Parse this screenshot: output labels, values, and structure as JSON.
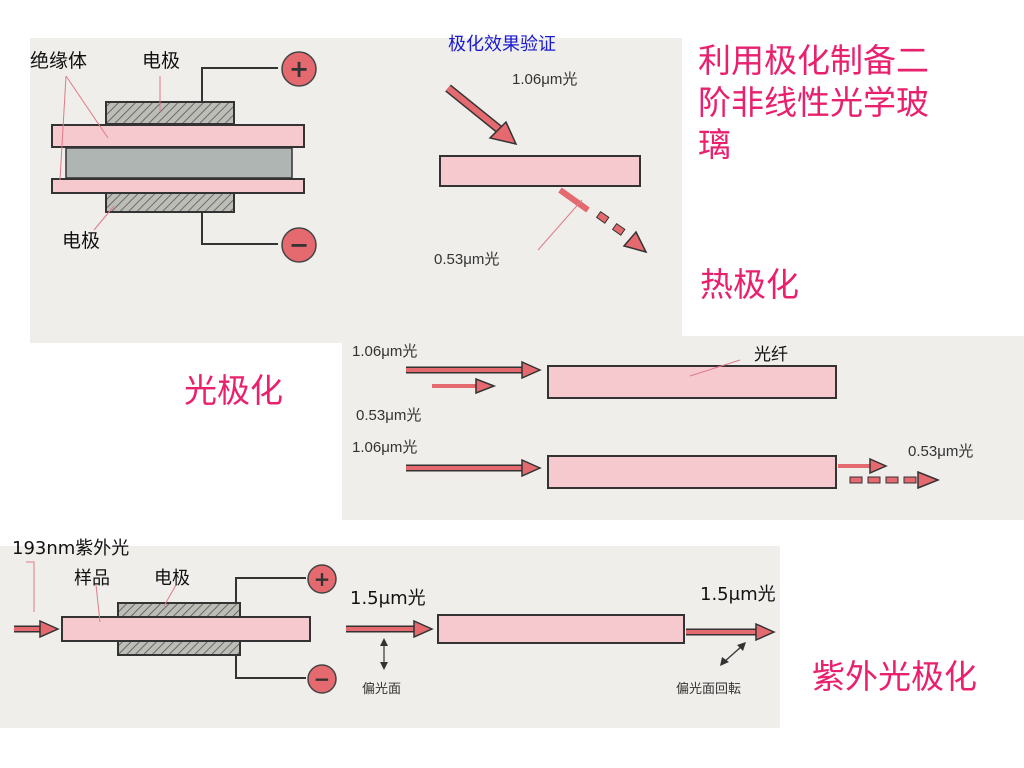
{
  "slide": {
    "title_top": "极化效果验证",
    "title_main": [
      "利用极化制备二",
      "阶非线性光学玻",
      "璃"
    ],
    "label_thermal": "热极化",
    "label_optical": "光极化",
    "label_uv": "紫外光极化"
  },
  "thermal": {
    "insulator": "绝缘体",
    "electrode_top": "电极",
    "electrode_bottom": "电极",
    "plus": "+",
    "minus": "−",
    "light_in": "1.06μm光",
    "light_out": "0.53μm光"
  },
  "optical": {
    "fiber": "光纤",
    "row1_a": "1.06μm光",
    "row1_b": "0.53μm光",
    "row2_in": "1.06μm光",
    "row2_out": "0.53μm光"
  },
  "uv": {
    "uv_light": "193nm紫外光",
    "sample": "样品",
    "electrode": "电极",
    "plus": "+",
    "minus": "−",
    "light_in": "1.5μm光",
    "light_out": "1.5μm光",
    "pol_plane": "偏光面",
    "pol_rotate": "偏光面回転"
  }
}
